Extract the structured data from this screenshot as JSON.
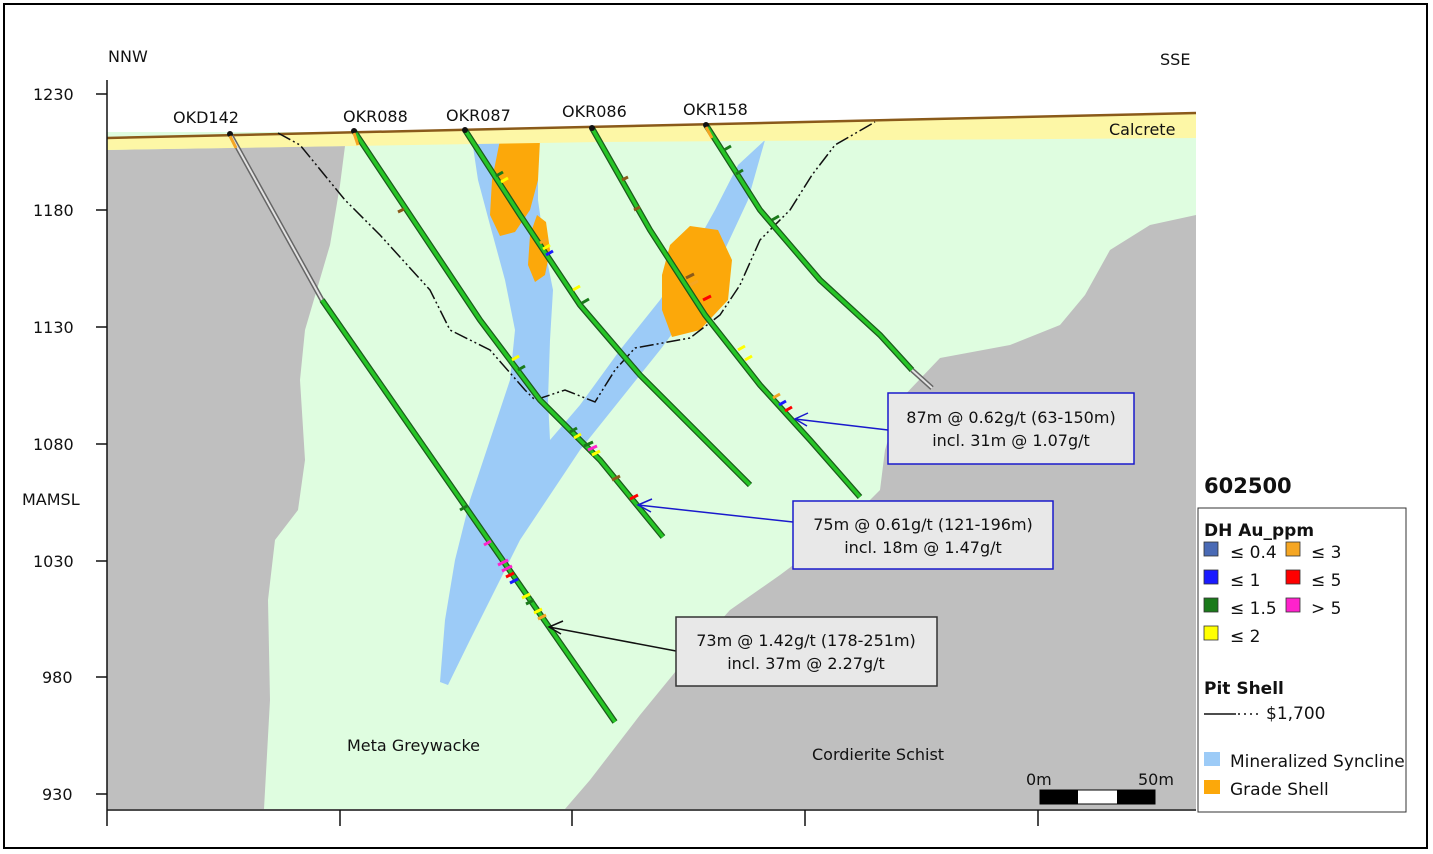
{
  "orientation": {
    "left": "NNW",
    "right": "SSE"
  },
  "elevation_axis": {
    "label": "MAMSL",
    "ticks": [
      "1230",
      "1180",
      "1130",
      "1080",
      "1030",
      "980",
      "930"
    ]
  },
  "lithology": {
    "calcrete": "Calcrete",
    "meta_greywacke": "Meta Greywacke",
    "cordierite_schist": "Cordierite Schist"
  },
  "drillholes": [
    "OKD142",
    "OKR088",
    "OKR087",
    "OKR086",
    "OKR158"
  ],
  "annotations": [
    {
      "line1": "87m @ 0.62g/t (63-150m)",
      "line2": "incl. 31m @ 1.07g/t"
    },
    {
      "line1": "75m @ 0.61g/t (121-196m)",
      "line2": "incl. 18m @ 1.47g/t"
    },
    {
      "line1": "73m @ 1.42g/t (178-251m)",
      "line2": "incl. 37m @ 2.27g/t"
    }
  ],
  "section_id": "602500",
  "scale_bar": {
    "start": "0m",
    "end": "50m"
  },
  "legend": {
    "au_title": "DH Au_ppm",
    "au_items": [
      {
        "label": "≤ 0.4",
        "color": "#4a6ab5"
      },
      {
        "label": "≤ 3",
        "color": "#f5a623"
      },
      {
        "label": "≤ 1",
        "color": "#1a1aff"
      },
      {
        "label": "≤ 5",
        "color": "#ff0000"
      },
      {
        "label": "≤ 1.5",
        "color": "#1a7a1a"
      },
      {
        "label": "> 5",
        "color": "#ff22cc"
      },
      {
        "label": "≤ 2",
        "color": "#ffff00"
      }
    ],
    "pit_title": "Pit Shell",
    "pit_item": "$1,700",
    "zones": [
      {
        "label": "Mineralized Syncline",
        "color": "#9ccbf7"
      },
      {
        "label": "Grade Shell",
        "color": "#fca80a"
      }
    ]
  },
  "colors": {
    "greywacke": "#dffde0",
    "schist": "#bfbfbf",
    "calcrete": "#fdf7a6",
    "topo": "#8a5a1a",
    "hole_green": "#22c222"
  }
}
